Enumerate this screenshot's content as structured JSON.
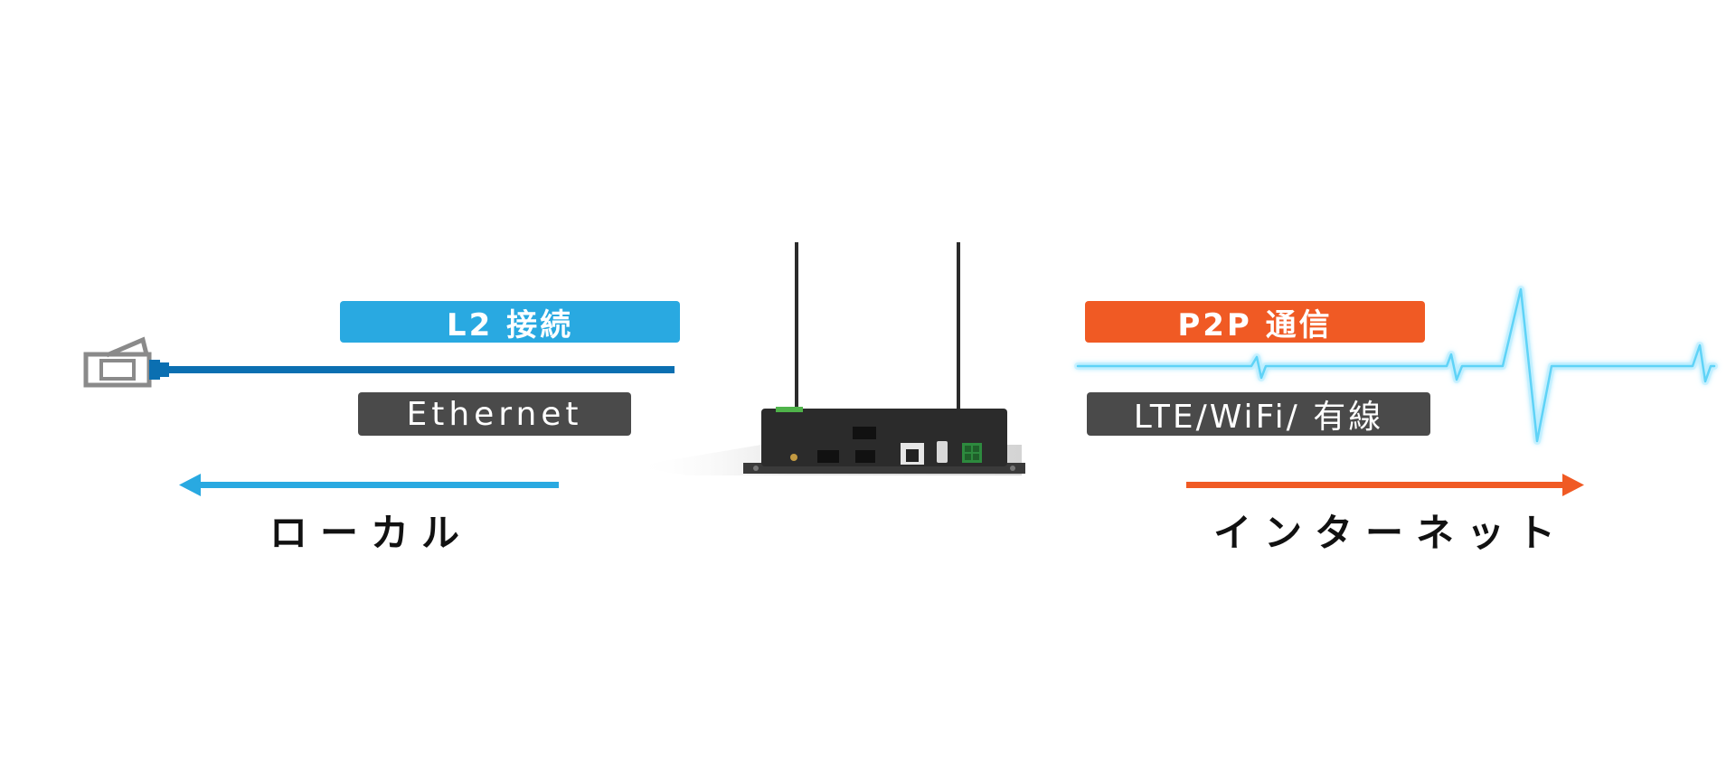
{
  "labels": {
    "l2": "L2 接続",
    "ethernet": "Ethernet",
    "p2p": "P2P 通信",
    "links": "LTE/WiFi/ 有線"
  },
  "captions": {
    "local": "ローカル",
    "internet": "インターネット"
  },
  "colors": {
    "blue": "#29a9e1",
    "cable_blue": "#0b6fb1",
    "orange": "#f05a24",
    "gray_box": "#4a4a4a",
    "device": "#2b2b2b",
    "signal": "#5fd3f7"
  },
  "icons": {
    "connector": "rj45-plug-icon",
    "signal": "heartbeat-wave-icon",
    "device": "router-gateway-device"
  }
}
